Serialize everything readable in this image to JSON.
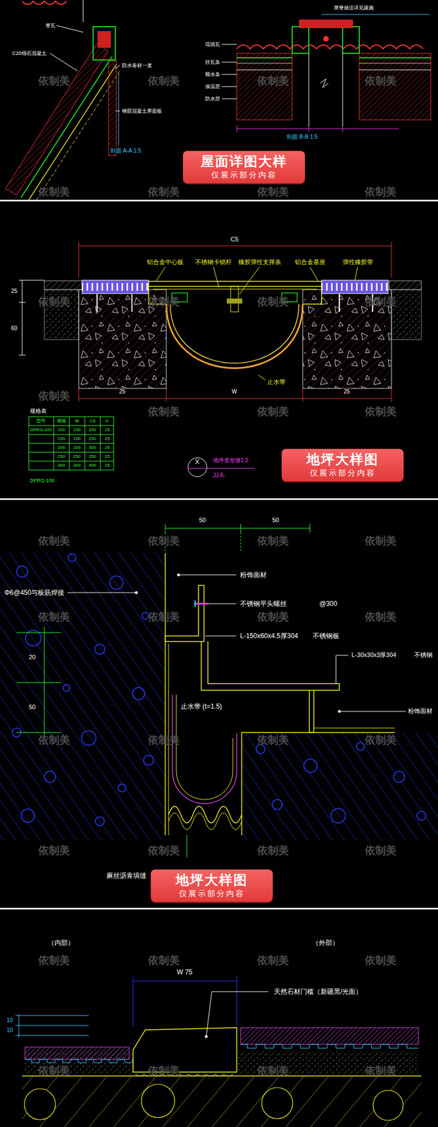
{
  "diagram": {
    "nodes": [
      {
        "text": [
          "屋面详图大样",
          "仅展示部分内容"
        ]
      },
      {
        "text": [
          "地坪大样图",
          "仅展示部分内容"
        ]
      },
      {
        "text": [
          "地坪大样图",
          "仅展示部分内容"
        ]
      }
    ],
    "labels": [
      "剖面 A-A 1:5",
      "剖面 B-B 1:5",
      "脊瓦",
      "C20细石混凝土",
      "防水卷材一道",
      "钢筋混凝土屋面板",
      "琉璃瓦",
      "挂瓦条",
      "顺水条",
      "保温层",
      "防水层",
      "屋脊做法详见建施",
      "C5",
      "铝合金中心板",
      "不锈钢卡锁杆",
      "橡胶弹性支撑条",
      "铝合金基座",
      "弹性橡胶带",
      "止水带",
      "25",
      "60",
      "25",
      "W",
      "25",
      "规格表",
      "型号",
      "规格",
      "W",
      "C5",
      "H",
      "DPRG-100",
      "100",
      "100",
      "200",
      "25",
      "150",
      "150",
      "250",
      "25",
      "200",
      "200",
      "300",
      "25",
      "250",
      "250",
      "350",
      "25",
      "300",
      "300",
      "400",
      "25",
      "DPRG-100",
      "X",
      "地坪变形缝1:2",
      "JJ-6-",
      "50",
      "50",
      "Φ6@450与板筋焊接",
      "粉饰面材",
      "不锈钢平头螺丝",
      "@300",
      "L-150x60x4.5厚304",
      "不锈钢板",
      "L-30x30x3厚304",
      "不锈钢",
      "粉饰面材",
      "止水带 (t=1.5)",
      "20",
      "50",
      "麻丝沥青填缝",
      "（内部）",
      "（外部）",
      "W 75",
      "天然石材门槛（新疆黑/光面）",
      "10",
      "10",
      "依制美",
      "依制美",
      "依制美",
      "依制美",
      "依制美",
      "依制美",
      "依制美",
      "依制美",
      "依制美",
      "依制美",
      "依制美",
      "依制美",
      "依制美",
      "依制美",
      "依制美",
      "依制美",
      "依制美",
      "依制美",
      "依制美",
      "依制美",
      "依制美",
      "依制美",
      "依制美",
      "依制美",
      "依制美",
      "依制美",
      "依制美",
      "依制美",
      "依制美",
      "依制美",
      "依制美",
      "依制美",
      "依制美",
      "依制美",
      "依制美",
      "依制美",
      "依制美",
      "依制美",
      "依制美",
      "依制美"
    ]
  }
}
